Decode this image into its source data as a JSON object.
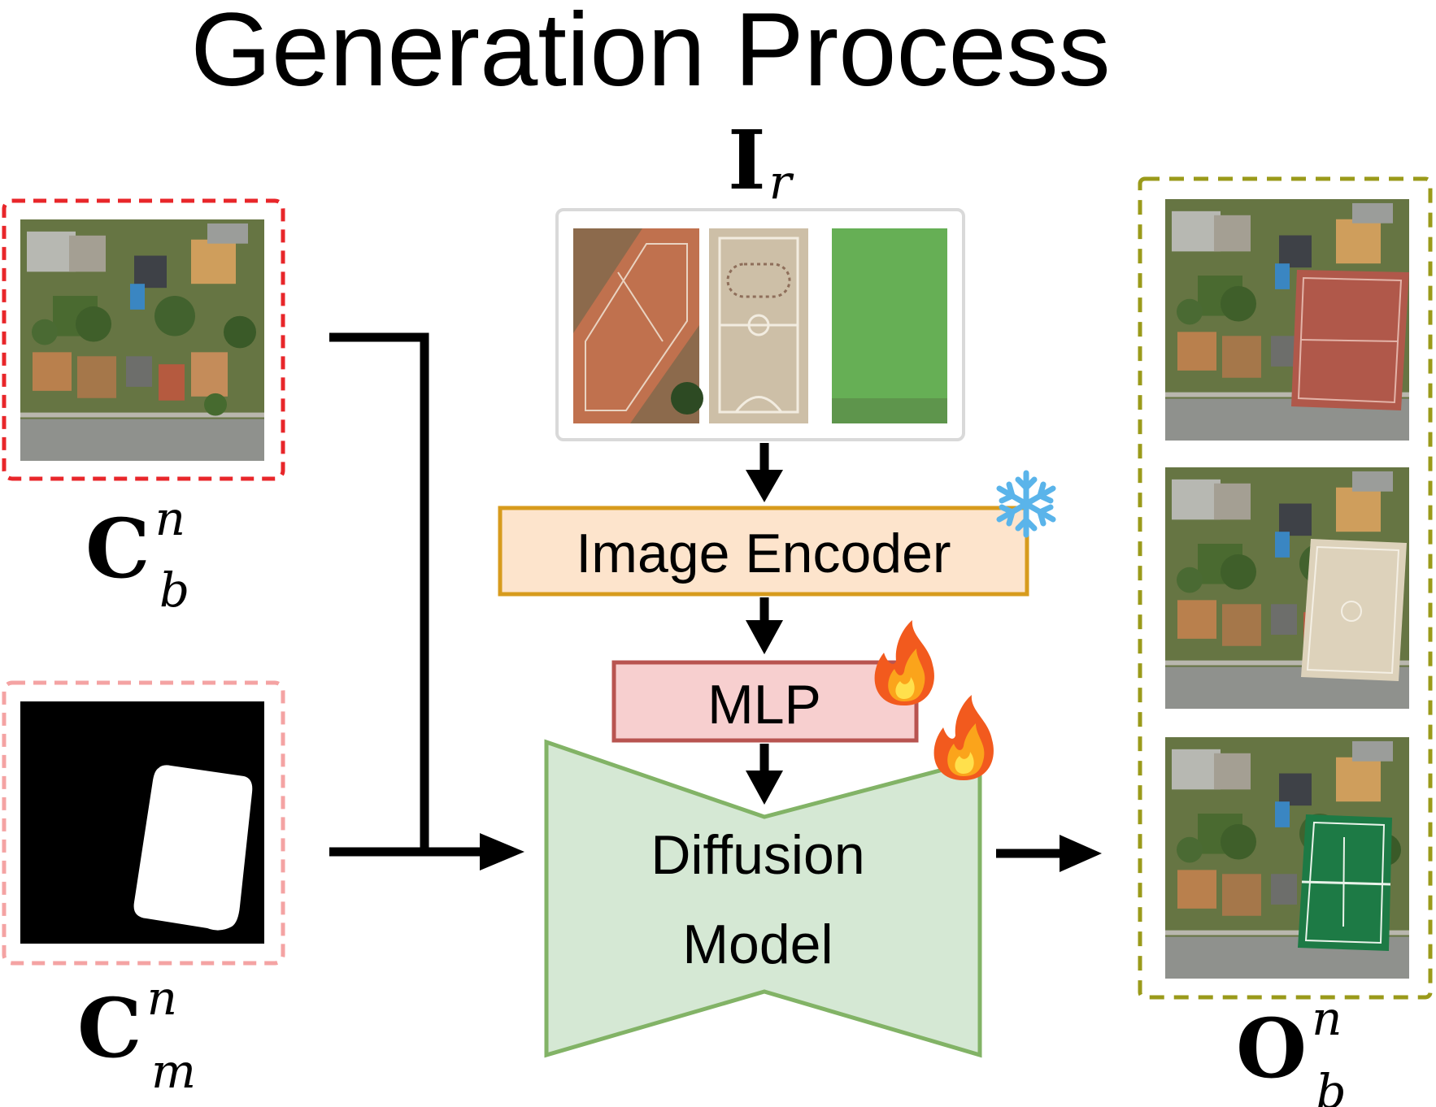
{
  "title": "Generation Process",
  "inputs": {
    "background": {
      "symbol": "C",
      "superscript": "n",
      "subscript": "b",
      "frame_color": "#e8262a"
    },
    "mask": {
      "symbol": "C",
      "superscript": "n",
      "subscript": "m",
      "frame_color": "#f4a3a3"
    }
  },
  "reference": {
    "symbol": "I",
    "subscript": "r",
    "images": [
      "tennis-court-clay",
      "basketball-court",
      "football-pitch-grass"
    ]
  },
  "blocks": {
    "image_encoder": {
      "label": "Image Encoder",
      "status_icon": "snowflake-icon",
      "fill": "#fde4cc",
      "stroke": "#d79b1d"
    },
    "mlp": {
      "label": "MLP",
      "status_icon": "fire-icon",
      "fill": "#f7cfcf",
      "stroke": "#b85450"
    },
    "diffusion": {
      "label_line1": "Diffusion",
      "label_line2": "Model",
      "status_icon": "fire-icon",
      "fill": "#d5e8d4",
      "stroke": "#82b366"
    }
  },
  "output": {
    "symbol": "O",
    "superscript": "n",
    "subscript": "b",
    "frame_color": "#9a9a1a",
    "images": [
      "scene-with-clay-court",
      "scene-with-basketball-court",
      "scene-with-tennis-court"
    ]
  }
}
